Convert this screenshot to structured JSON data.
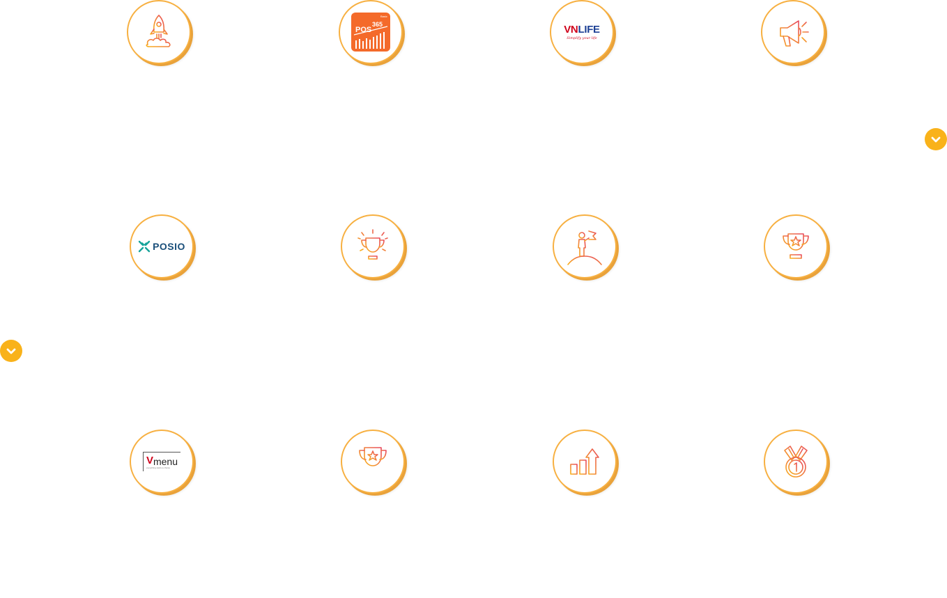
{
  "badges": {
    "row1": [
      {
        "icon": "rocket-icon"
      },
      {
        "logo": "pos365-logo",
        "text": "POS",
        "number": "365",
        "corner": "Basic"
      },
      {
        "logo": "vnlife-logo",
        "text_vn": "VN",
        "text_life": "LIFE",
        "tagline": "Simplify your life"
      },
      {
        "icon": "megaphone-icon"
      }
    ],
    "row2": [
      {
        "logo": "posio-logo",
        "text": "POSIO"
      },
      {
        "icon": "shining-trophy-icon"
      },
      {
        "icon": "person-flag-icon"
      },
      {
        "icon": "star-trophy-icon"
      }
    ],
    "row3": [
      {
        "logo": "vmenu-logo",
        "text_v": "V",
        "text_menu": "menu",
        "tagline": "everything starts a choice"
      },
      {
        "icon": "star-trophy-icon"
      },
      {
        "icon": "growth-chart-icon"
      },
      {
        "icon": "medal-icon"
      }
    ]
  },
  "colors": {
    "ring": "#f7b041",
    "chevron_bg": "#f9b21a",
    "icon_gradient_start": "#f9b21a",
    "icon_gradient_end": "#e8485e",
    "vnlife_blue": "#1c3f94",
    "vnlife_red": "#d0021b",
    "posio_teal": "#17a39a",
    "posio_navy": "#1a4f7a",
    "pos365_orange": "#f46a2a"
  },
  "controls": {
    "chevron_right": {
      "icon": "chevron-down-icon"
    },
    "chevron_left": {
      "icon": "chevron-down-icon"
    }
  }
}
